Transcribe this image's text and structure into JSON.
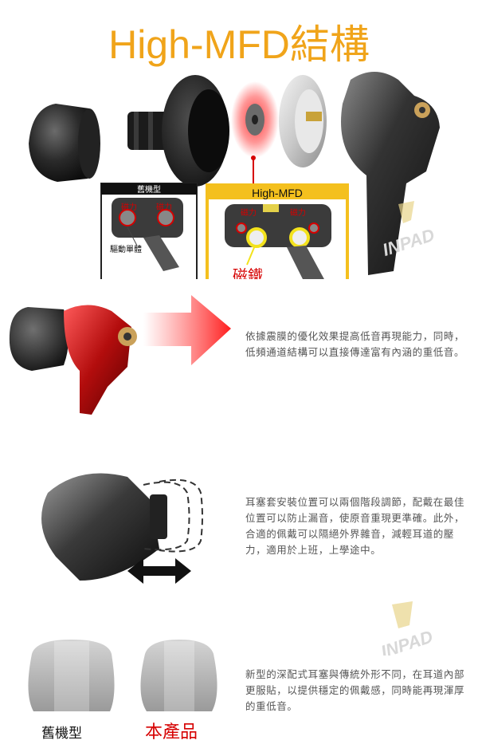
{
  "title": "High-MFD結構",
  "diagram": {
    "old_model_header": "舊機型",
    "new_model_header": "High-MFD",
    "old_magnet_left": "磁力",
    "old_magnet_right": "磁力",
    "driver_unit_label": "驅動單體",
    "new_magnet_left": "磁力",
    "new_magnet_right": "磁力",
    "magnet_label": "磁鐵"
  },
  "watermark": "INPAD",
  "sections": [
    {
      "text": "依據震膜的優化效果提高低音再現能力，同時，低頻通道結構可以直接傳達富有內涵的重低音。"
    },
    {
      "text": "耳塞套安裝位置可以兩個階段調節，配戴在最佳位置可以防止漏音，使原音重現更準確。此外，合適的佩戴可以隔絕外界雜音，減輕耳道的壓力，適用於上班，上學途中。"
    },
    {
      "text": "新型的深配式耳塞與傳統外形不同，在耳道內部更服貼，以提供穩定的佩戴感，同時能再現渾厚的重低音。"
    }
  ],
  "tips": {
    "old_label": "舊機型",
    "new_label": "本產品"
  },
  "colors": {
    "title": "#f0a41a",
    "accent_red": "#d60000",
    "text": "#555555",
    "magnet_yellow": "#f3e21c"
  }
}
